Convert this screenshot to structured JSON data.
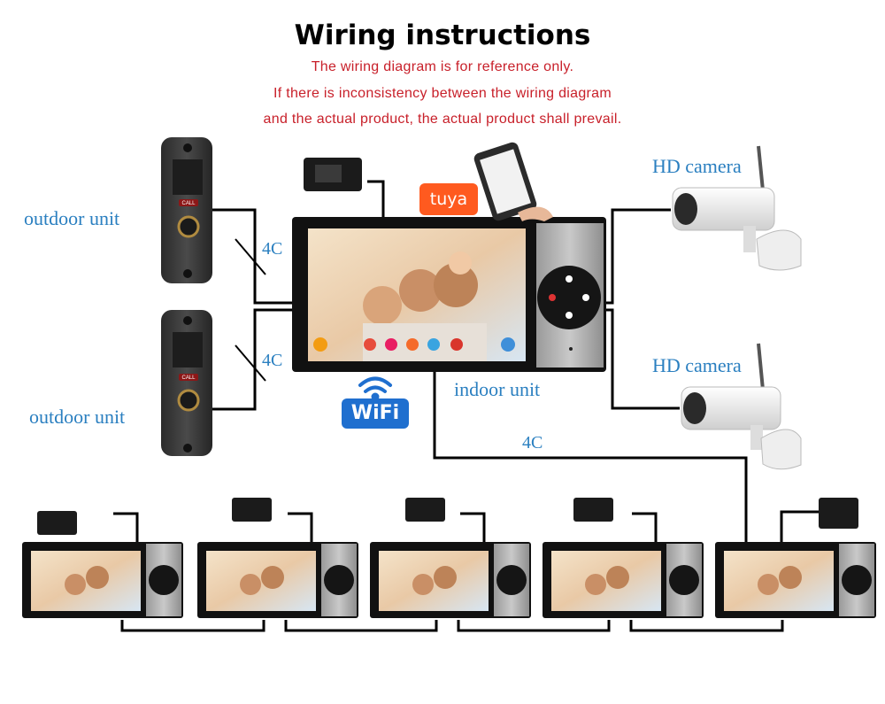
{
  "title": "Wiring instructions",
  "notes": [
    "The wiring diagram is for reference only.",
    "If there is inconsistency between the wiring diagram",
    "and the actual product, the actual product shall prevail."
  ],
  "labels": {
    "outdoor_unit_1": "outdoor unit",
    "outdoor_unit_2": "outdoor unit",
    "hd_camera_1": "HD camera",
    "hd_camera_2": "HD camera",
    "indoor_unit": "indoor unit",
    "cable_4c_1": "4C",
    "cable_4c_2": "4C",
    "cable_4c_3": "4C",
    "call_button_1": "CALL",
    "call_button_2": "CALL"
  },
  "badges": {
    "tuya": "tuya",
    "wifi": "WiFi"
  },
  "colors": {
    "note_red": "#c8202a",
    "label_blue": "#2a7fc0",
    "tuya_orange": "#ff5a1f",
    "wifi_blue": "#1f6fcf"
  },
  "slave_monitor_count": 5
}
